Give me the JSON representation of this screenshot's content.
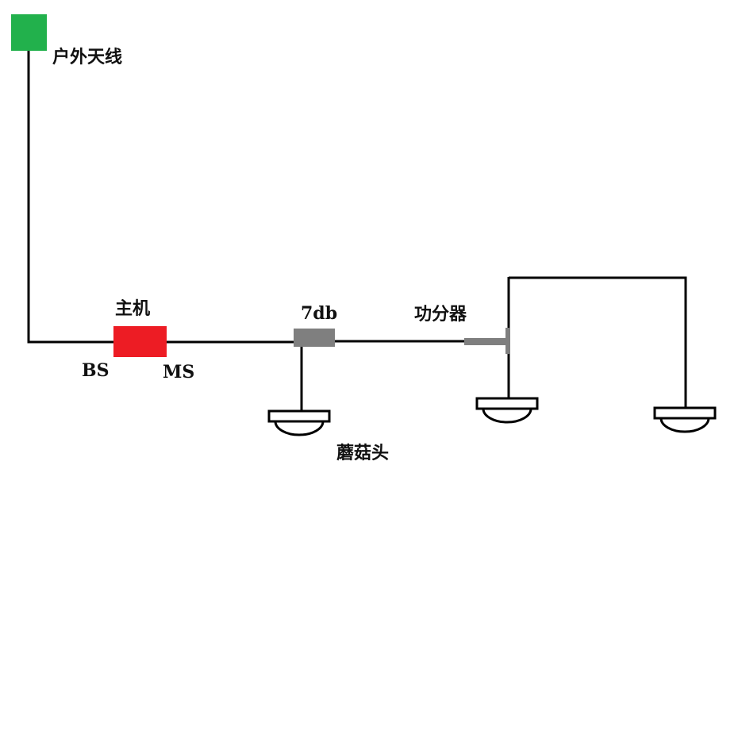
{
  "colors": {
    "antenna": "#22b14c",
    "host": "#ed1c24",
    "component": "#7f7f7f",
    "wire": "#000000"
  },
  "labels": {
    "outdoor_antenna": "户外天线",
    "host": "主机",
    "bs": "BS",
    "ms": "MS",
    "attenuator": "7db",
    "splitter": "功分器",
    "mushroom_antenna": "蘑菇头"
  }
}
